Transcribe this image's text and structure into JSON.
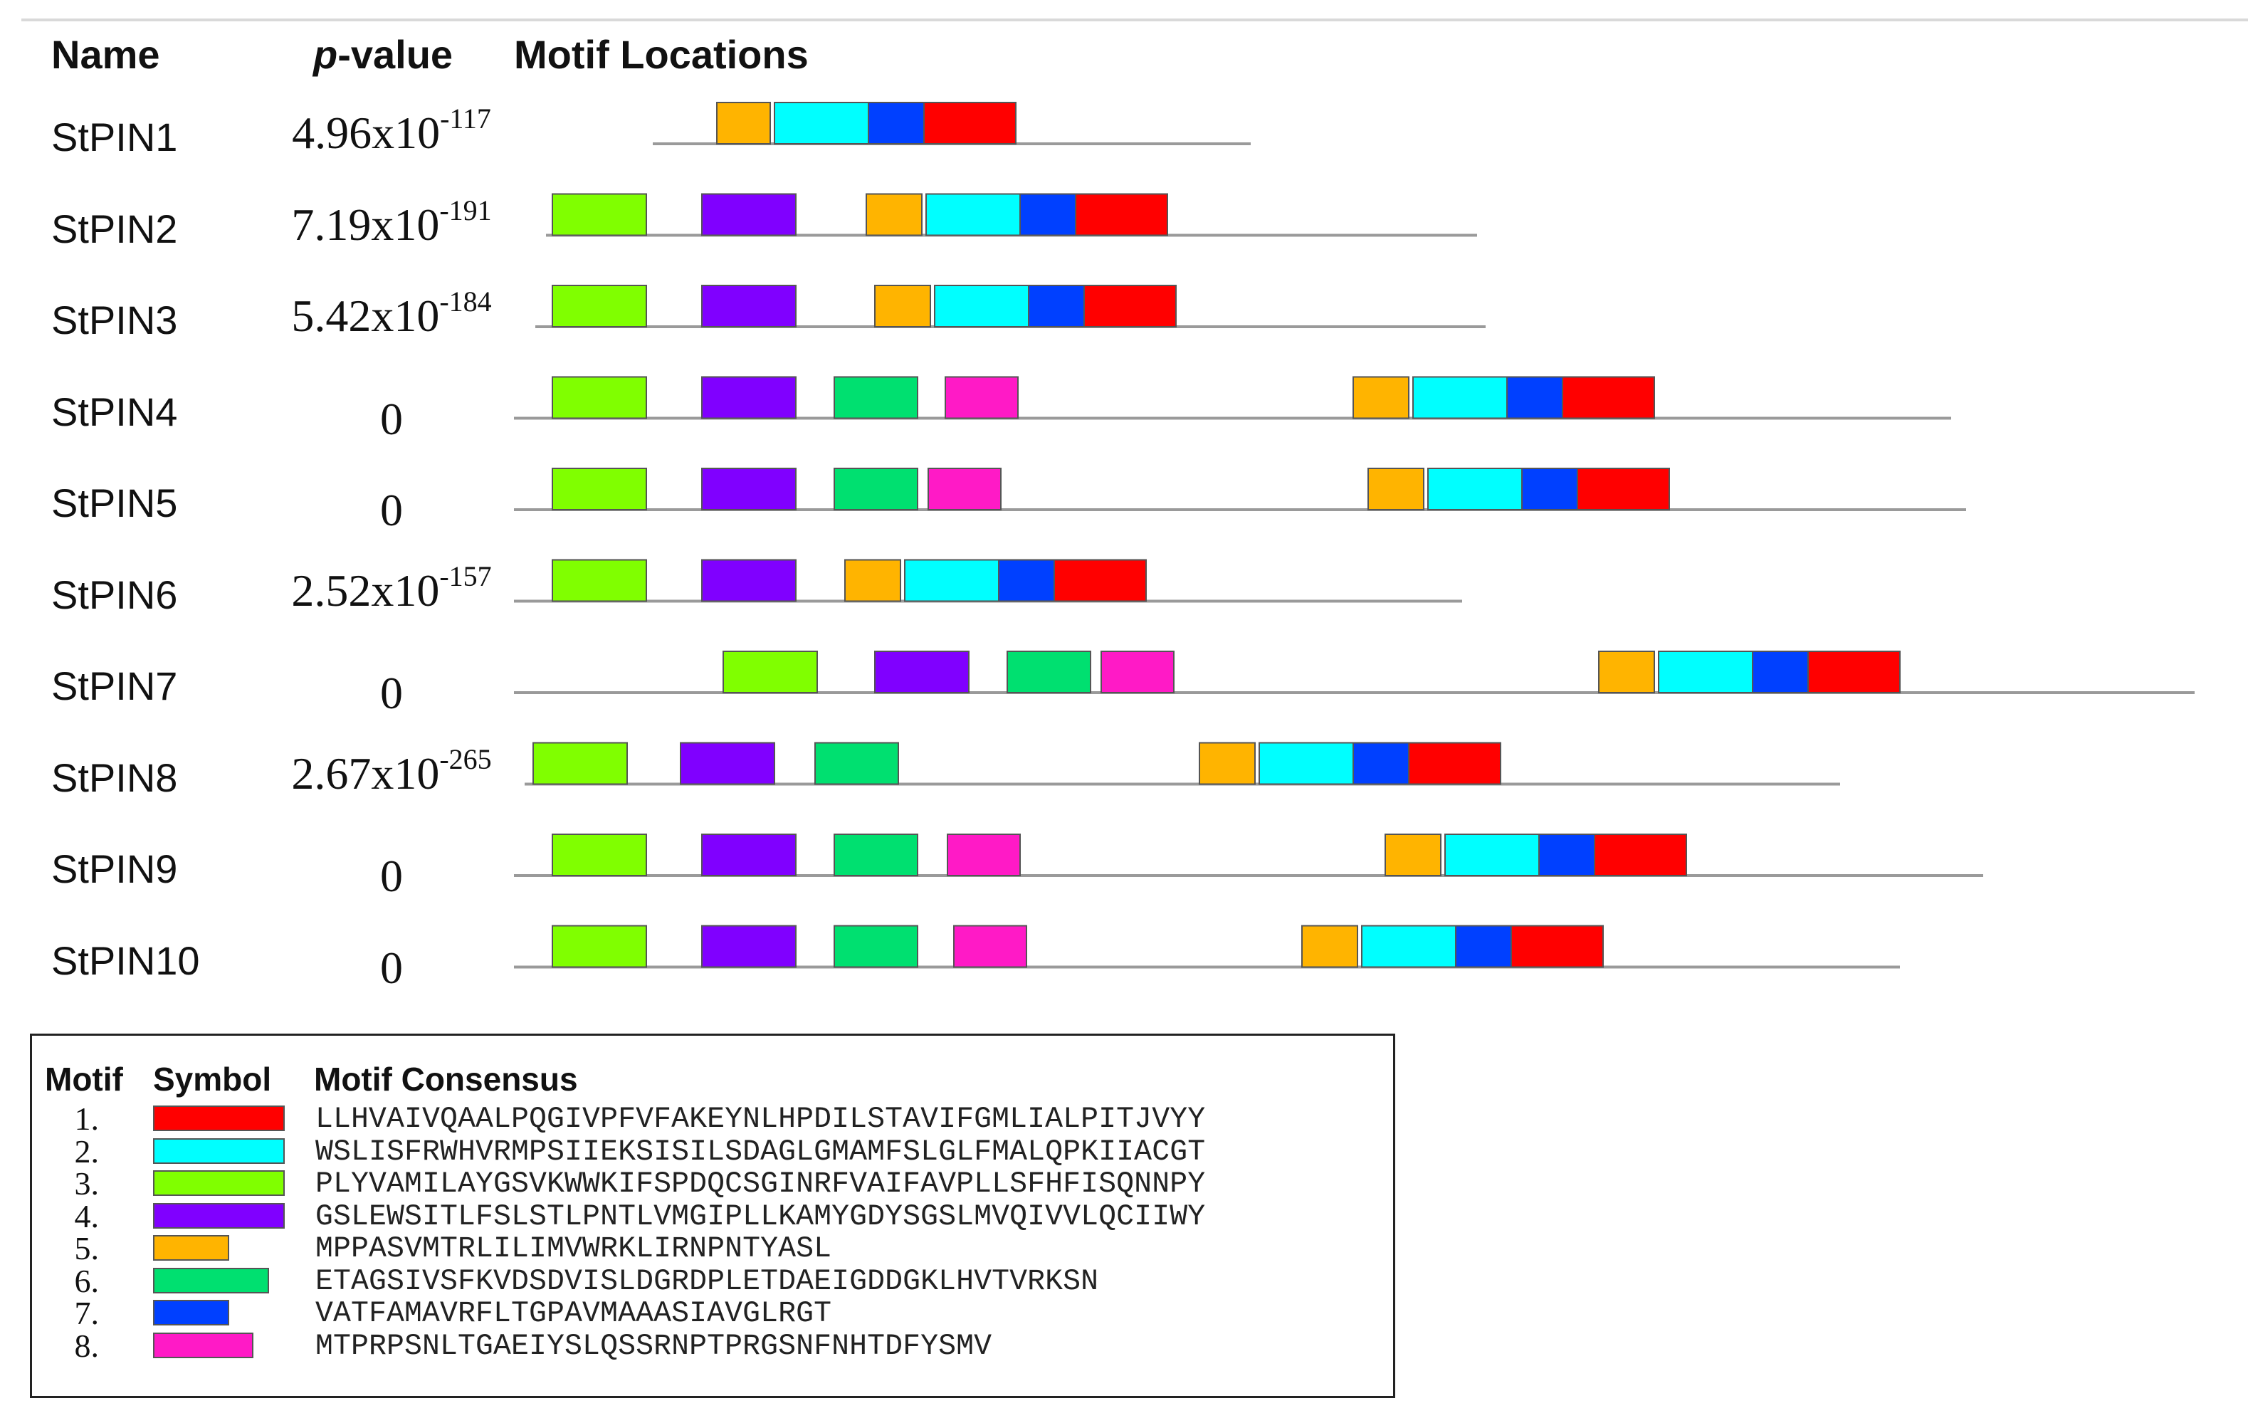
{
  "header": {
    "name": "Name",
    "pvalue_italic": "p",
    "pvalue_rest": "-value",
    "locations": "Motif Locations"
  },
  "motif_colors": {
    "1": "#ff0000",
    "2": "#00ffff",
    "3": "#80ff00",
    "4": "#8000ff",
    "5": "#ffb400",
    "6": "#00e070",
    "7": "#0040ff",
    "8": "#ff1ac6"
  },
  "rows": [
    {
      "name": "StPIN1",
      "pval_base": "4.96x10",
      "pval_exp": "-117",
      "track_start": 65,
      "track_end": 345,
      "motifs": [
        {
          "m": "5",
          "start": 95,
          "end": 120
        },
        {
          "m": "2",
          "start": 122,
          "end": 166
        },
        {
          "m": "7",
          "start": 166,
          "end": 192
        },
        {
          "m": "1",
          "start": 192,
          "end": 235
        }
      ]
    },
    {
      "name": "StPIN2",
      "pval_base": "7.19x10",
      "pval_exp": "-191",
      "track_start": 15,
      "track_end": 451,
      "motifs": [
        {
          "m": "3",
          "start": 18,
          "end": 62
        },
        {
          "m": "4",
          "start": 88,
          "end": 132
        },
        {
          "m": "5",
          "start": 165,
          "end": 191
        },
        {
          "m": "2",
          "start": 193,
          "end": 237
        },
        {
          "m": "7",
          "start": 237,
          "end": 263
        },
        {
          "m": "1",
          "start": 263,
          "end": 306
        }
      ]
    },
    {
      "name": "StPIN3",
      "pval_base": "5.42x10",
      "pval_exp": "-184",
      "track_start": 10,
      "track_end": 455,
      "motifs": [
        {
          "m": "3",
          "start": 18,
          "end": 62
        },
        {
          "m": "4",
          "start": 88,
          "end": 132
        },
        {
          "m": "5",
          "start": 169,
          "end": 195
        },
        {
          "m": "2",
          "start": 197,
          "end": 241
        },
        {
          "m": "7",
          "start": 241,
          "end": 267
        },
        {
          "m": "1",
          "start": 267,
          "end": 310
        }
      ]
    },
    {
      "name": "StPIN4",
      "pval_base": "0",
      "pval_exp": "",
      "track_start": 0,
      "track_end": 673,
      "motifs": [
        {
          "m": "3",
          "start": 18,
          "end": 62
        },
        {
          "m": "4",
          "start": 88,
          "end": 132
        },
        {
          "m": "6",
          "start": 150,
          "end": 189
        },
        {
          "m": "8",
          "start": 202,
          "end": 236
        },
        {
          "m": "5",
          "start": 393,
          "end": 419
        },
        {
          "m": "2",
          "start": 421,
          "end": 465
        },
        {
          "m": "7",
          "start": 465,
          "end": 491
        },
        {
          "m": "1",
          "start": 491,
          "end": 534
        }
      ]
    },
    {
      "name": "StPIN5",
      "pval_base": "0",
      "pval_exp": "",
      "track_start": 0,
      "track_end": 680,
      "motifs": [
        {
          "m": "3",
          "start": 18,
          "end": 62
        },
        {
          "m": "4",
          "start": 88,
          "end": 132
        },
        {
          "m": "6",
          "start": 150,
          "end": 189
        },
        {
          "m": "8",
          "start": 194,
          "end": 228
        },
        {
          "m": "5",
          "start": 400,
          "end": 426
        },
        {
          "m": "2",
          "start": 428,
          "end": 472
        },
        {
          "m": "7",
          "start": 472,
          "end": 498
        },
        {
          "m": "1",
          "start": 498,
          "end": 541
        }
      ]
    },
    {
      "name": "StPIN6",
      "pval_base": "2.52x10",
      "pval_exp": "-157",
      "track_start": 0,
      "track_end": 444,
      "motifs": [
        {
          "m": "3",
          "start": 18,
          "end": 62
        },
        {
          "m": "4",
          "start": 88,
          "end": 132
        },
        {
          "m": "5",
          "start": 155,
          "end": 181
        },
        {
          "m": "2",
          "start": 183,
          "end": 227
        },
        {
          "m": "7",
          "start": 227,
          "end": 253
        },
        {
          "m": "1",
          "start": 253,
          "end": 296
        }
      ]
    },
    {
      "name": "StPIN7",
      "pval_base": "0",
      "pval_exp": "",
      "track_start": 0,
      "track_end": 787,
      "motifs": [
        {
          "m": "3",
          "start": 98,
          "end": 142
        },
        {
          "m": "4",
          "start": 169,
          "end": 213
        },
        {
          "m": "6",
          "start": 231,
          "end": 270
        },
        {
          "m": "8",
          "start": 275,
          "end": 309
        },
        {
          "m": "5",
          "start": 508,
          "end": 534
        },
        {
          "m": "2",
          "start": 536,
          "end": 580
        },
        {
          "m": "7",
          "start": 580,
          "end": 606
        },
        {
          "m": "1",
          "start": 606,
          "end": 649
        }
      ]
    },
    {
      "name": "StPIN8",
      "pval_base": "2.67x10",
      "pval_exp": "-265",
      "track_start": 5,
      "track_end": 621,
      "motifs": [
        {
          "m": "3",
          "start": 9,
          "end": 53
        },
        {
          "m": "4",
          "start": 78,
          "end": 122
        },
        {
          "m": "6",
          "start": 141,
          "end": 180
        },
        {
          "m": "5",
          "start": 321,
          "end": 347
        },
        {
          "m": "2",
          "start": 349,
          "end": 393
        },
        {
          "m": "7",
          "start": 393,
          "end": 419
        },
        {
          "m": "1",
          "start": 419,
          "end": 462
        }
      ]
    },
    {
      "name": "StPIN9",
      "pval_base": "0",
      "pval_exp": "",
      "track_start": 0,
      "track_end": 688,
      "motifs": [
        {
          "m": "3",
          "start": 18,
          "end": 62
        },
        {
          "m": "4",
          "start": 88,
          "end": 132
        },
        {
          "m": "6",
          "start": 150,
          "end": 189
        },
        {
          "m": "8",
          "start": 203,
          "end": 237
        },
        {
          "m": "5",
          "start": 408,
          "end": 434
        },
        {
          "m": "2",
          "start": 436,
          "end": 480
        },
        {
          "m": "7",
          "start": 480,
          "end": 506
        },
        {
          "m": "1",
          "start": 506,
          "end": 549
        }
      ]
    },
    {
      "name": "StPIN10",
      "pval_base": "0",
      "pval_exp": "",
      "track_start": 0,
      "track_end": 649,
      "motifs": [
        {
          "m": "3",
          "start": 18,
          "end": 62
        },
        {
          "m": "4",
          "start": 88,
          "end": 132
        },
        {
          "m": "6",
          "start": 150,
          "end": 189
        },
        {
          "m": "8",
          "start": 206,
          "end": 240
        },
        {
          "m": "5",
          "start": 369,
          "end": 395
        },
        {
          "m": "2",
          "start": 397,
          "end": 441
        },
        {
          "m": "7",
          "start": 441,
          "end": 467
        },
        {
          "m": "1",
          "start": 467,
          "end": 510
        }
      ]
    }
  ],
  "legend": {
    "header_motif": "Motif",
    "header_symbol": "Symbol",
    "header_consensus": "Motif Consensus",
    "items": [
      {
        "num": "1.",
        "motif": "1",
        "width": 50,
        "consensus": "LLHVAIVQAALPQGIVPFVFAKEYNLHPDILSTAVIFGMLIALPITJVYY"
      },
      {
        "num": "2.",
        "motif": "2",
        "width": 50,
        "consensus": "WSLISFRWHVRMPSIIEKSISILSDAGLGMAMFSLGLFMALQPKIIACGT"
      },
      {
        "num": "3.",
        "motif": "3",
        "width": 50,
        "consensus": "PLYVAMILAYGSVKWWKIFSPDQCSGINRFVAIFAVPLLSFHFISQNNPY"
      },
      {
        "num": "4.",
        "motif": "4",
        "width": 50,
        "consensus": "GSLEWSITLFSLSTLPNTLVMGIPLLKAMYGDYSGSLMVQIVVLQCIIWY"
      },
      {
        "num": "5.",
        "motif": "5",
        "width": 29,
        "consensus": "MPPASVMTRLILIMVWRKLIRNPNTYASL"
      },
      {
        "num": "6.",
        "motif": "6",
        "width": 44,
        "consensus": "ETAGSIVSFKVDSDVISLDGRDPLETDAEIGDDGKLHVTVRKSN"
      },
      {
        "num": "7.",
        "motif": "7",
        "width": 29,
        "consensus": "VATFAMAVRFLTGPAVMAAASIAVGLRGT"
      },
      {
        "num": "8.",
        "motif": "8",
        "width": 38,
        "consensus": "MTPRPSNLTGAEIYSLQSSRNPTPRGSNFNHTDFYSMV"
      }
    ]
  }
}
